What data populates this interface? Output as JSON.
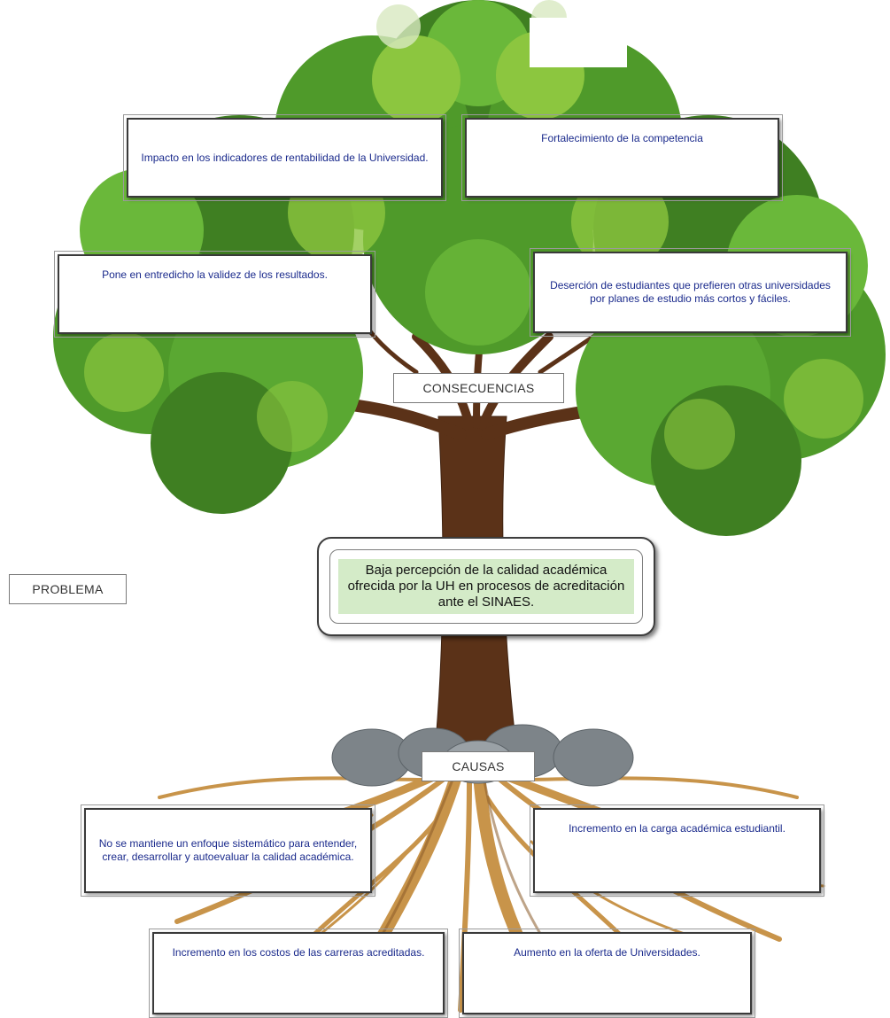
{
  "colors": {
    "foliage_dark": "#2f6b1c",
    "foliage_mid": "#4f9a2a",
    "foliage_light": "#8cc63f",
    "trunk": "#5b3218",
    "roots": "#c8944a",
    "stones": "#7d8489",
    "box_text": "#1a2a8c",
    "problem_fill": "#d4ebc8"
  },
  "labels": {
    "consecuencias": "CONSECUENCIAS",
    "problema": "PROBLEMA",
    "causas": "CAUSAS"
  },
  "problem": {
    "text": "Baja percepción de la calidad académica ofrecida por la UH en procesos de acreditación ante el SINAES."
  },
  "consequences": [
    "Impacto en los indicadores de rentabilidad de la Universidad.",
    "Fortalecimiento de la competencia",
    "Pone en entredicho la validez de los resultados.",
    "Deserción de estudiantes que prefieren otras universidades por planes de estudio más cortos y fáciles."
  ],
  "causes": [
    "No se mantiene un enfoque sistemático para entender, crear, desarrollar y autoevaluar la calidad académica.",
    "Incremento en la carga académica estudiantil.",
    "Incremento en los costos de las carreras acreditadas.",
    "Aumento en la oferta de Universidades."
  ]
}
